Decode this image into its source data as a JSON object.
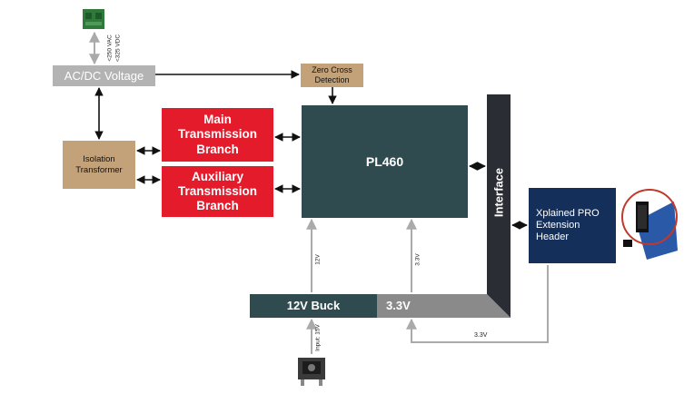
{
  "blocks": {
    "acdc": "AC/DC Voltage",
    "zero_cross": [
      "Zero Cross",
      "Detection"
    ],
    "isolation": [
      "Isolation",
      "Transformer"
    ],
    "main_branch": [
      "Main",
      "Transmission",
      "Branch"
    ],
    "aux_branch": [
      "Auxiliary",
      "Transmission",
      "Branch"
    ],
    "pl460": "PL460",
    "interface": "Interface",
    "xplained": [
      "Xplained PRO",
      "Extension",
      "Header"
    ],
    "buck": "12V Buck",
    "v33": "3.3V"
  },
  "labels": {
    "vac": "<250 VAC",
    "vdc": "<325 VDC",
    "v12_line": "12V",
    "v33_line": "3.3V",
    "v33_bottom": "3.3V",
    "input": "Input: 15V"
  },
  "colors": {
    "red": "#e31b2b",
    "dark_teal": "#2f4b50",
    "tan": "#c3a279",
    "navy": "#14305a",
    "gray": "#8a8a8a"
  }
}
